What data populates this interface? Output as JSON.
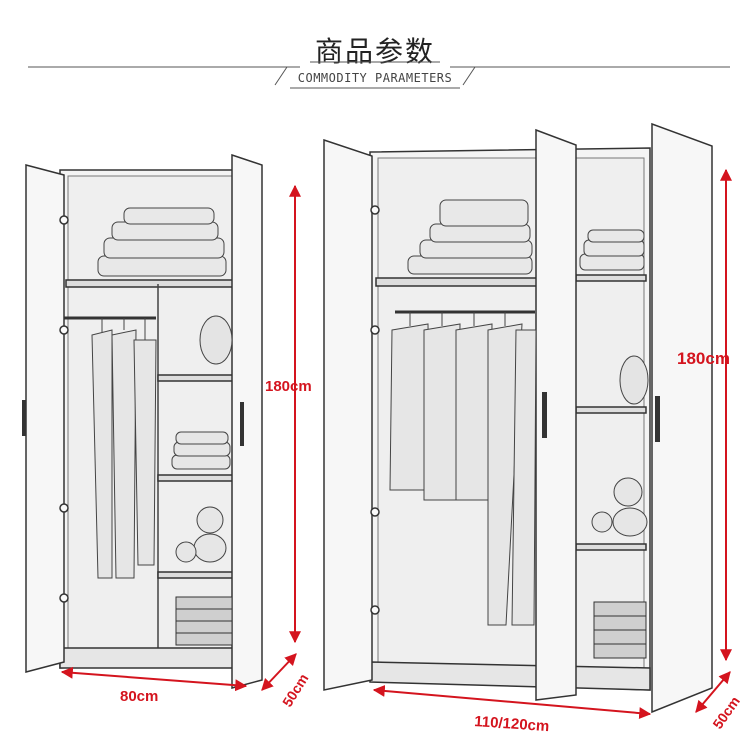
{
  "header": {
    "title": "商品参数",
    "subtitle": "COMMODITY PARAMETERS"
  },
  "dimensions": {
    "small_height": "180cm",
    "small_width": "80cm",
    "small_depth": "50cm",
    "large_height": "180cm",
    "large_width": "110/120cm",
    "large_depth": "50cm"
  },
  "colors": {
    "dimension": "#d4141e",
    "sketch": "#333333"
  }
}
